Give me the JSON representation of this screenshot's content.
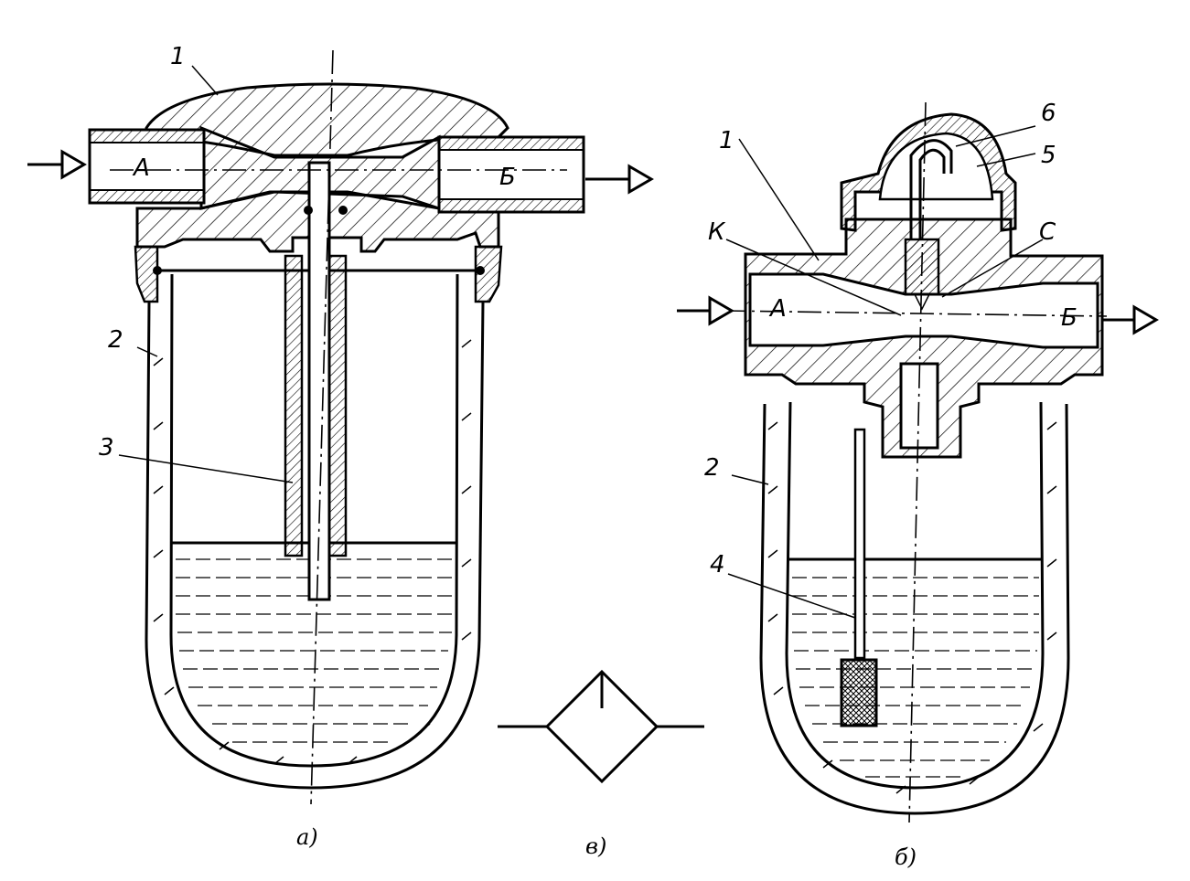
{
  "figure_a": {
    "caption": "а)",
    "port_in": "А",
    "port_out": "Б",
    "callouts": [
      "1",
      "2",
      "3"
    ]
  },
  "figure_b": {
    "caption": "б)",
    "port_in": "А",
    "port_out": "Б",
    "callouts": [
      "1",
      "2",
      "4",
      "5",
      "6",
      "К",
      "С"
    ]
  },
  "figure_v": {
    "caption": "в)"
  }
}
